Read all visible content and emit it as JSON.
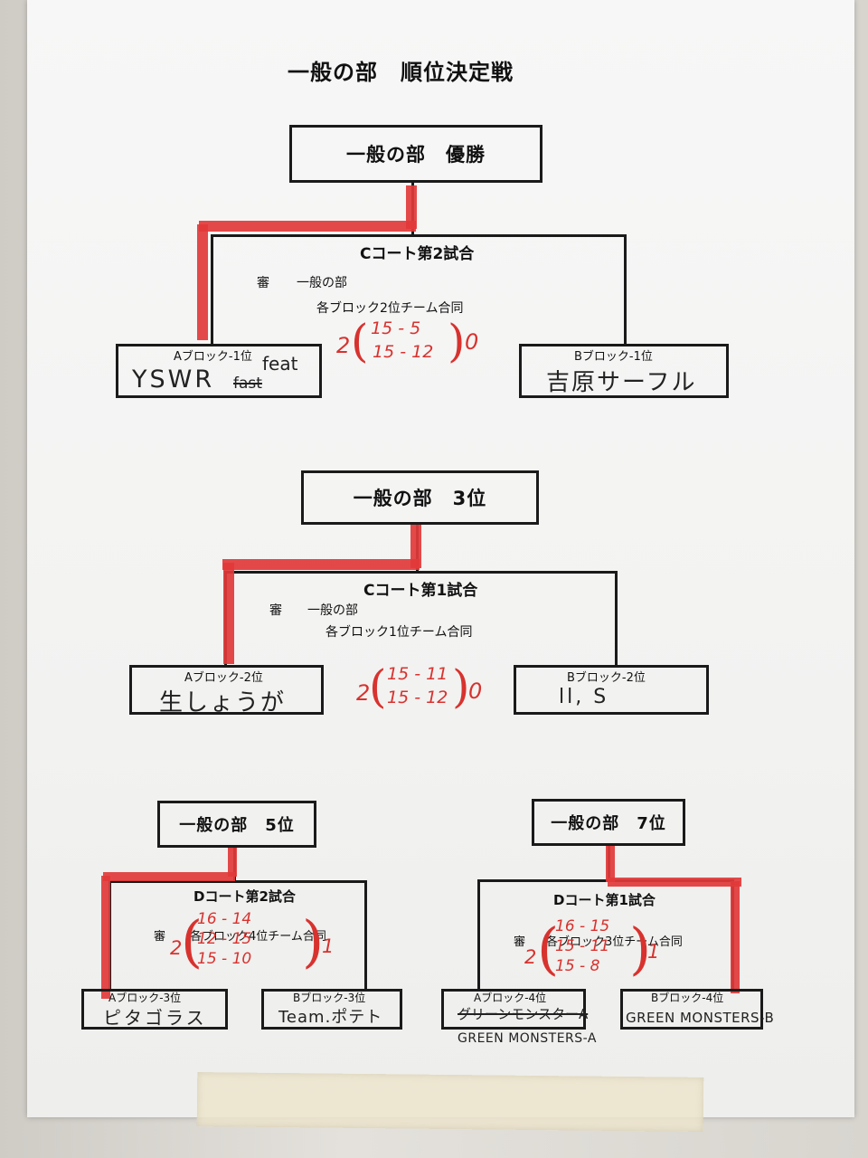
{
  "page_title": "一般の部　順位決定戦",
  "brackets": {
    "winner": {
      "title": "一般の部　優勝",
      "court": "Cコート第2試合",
      "referee_label": "審",
      "referee_value": "一般の部",
      "referee_detail": "各ブロック2位チーム合同",
      "left": {
        "label": "Aブロック-1位",
        "name": "YSWR",
        "crossed": "fast",
        "correction": "feat"
      },
      "right": {
        "label": "Bブロック-1位",
        "name": "吉原サーフル"
      },
      "score": {
        "left_sets": "2",
        "right_sets": "0",
        "sets": [
          "15 - 5",
          "15 - 12"
        ]
      }
    },
    "third": {
      "title": "一般の部　3位",
      "court": "Cコート第1試合",
      "referee_label": "審",
      "referee_value": "一般の部",
      "referee_detail": "各ブロック1位チーム合同",
      "left": {
        "label": "Aブロック-2位",
        "name": "生しょうが"
      },
      "right": {
        "label": "Bブロック-2位",
        "name": "ll, S"
      },
      "score": {
        "left_sets": "2",
        "right_sets": "0",
        "sets": [
          "15 - 11",
          "15 - 12"
        ]
      }
    },
    "fifth": {
      "title": "一般の部　5位",
      "court": "Dコート第2試合",
      "referee_label": "審",
      "referee_detail": "各ブロック4位チーム合同",
      "left": {
        "label": "Aブロック-3位",
        "name": "ピタゴラス"
      },
      "right": {
        "label": "Bブロック-3位",
        "name": "Team.ポテト"
      },
      "score": {
        "left_sets": "2",
        "right_sets": "1",
        "sets": [
          "16 - 14",
          "12 - 15",
          "15 - 10"
        ]
      }
    },
    "seventh": {
      "title": "一般の部　7位",
      "court": "Dコート第1試合",
      "referee_label": "審",
      "referee_detail": "各ブロック3位チーム合同",
      "left": {
        "label": "Aブロック-4位",
        "name": "GREEN MONSTERS-A",
        "crossed": "グリーンモンスターA"
      },
      "right": {
        "label": "Bブロック-4位",
        "name": "GREEN MONSTERS-B"
      },
      "score": {
        "left_sets": "2",
        "right_sets": "1",
        "sets": [
          "16 - 15",
          "15 - 11",
          "15 - 8"
        ]
      }
    }
  },
  "colors": {
    "winner_line": "#e23a3a",
    "ink": "#1a1a1a",
    "score_ink": "#d8322e"
  }
}
